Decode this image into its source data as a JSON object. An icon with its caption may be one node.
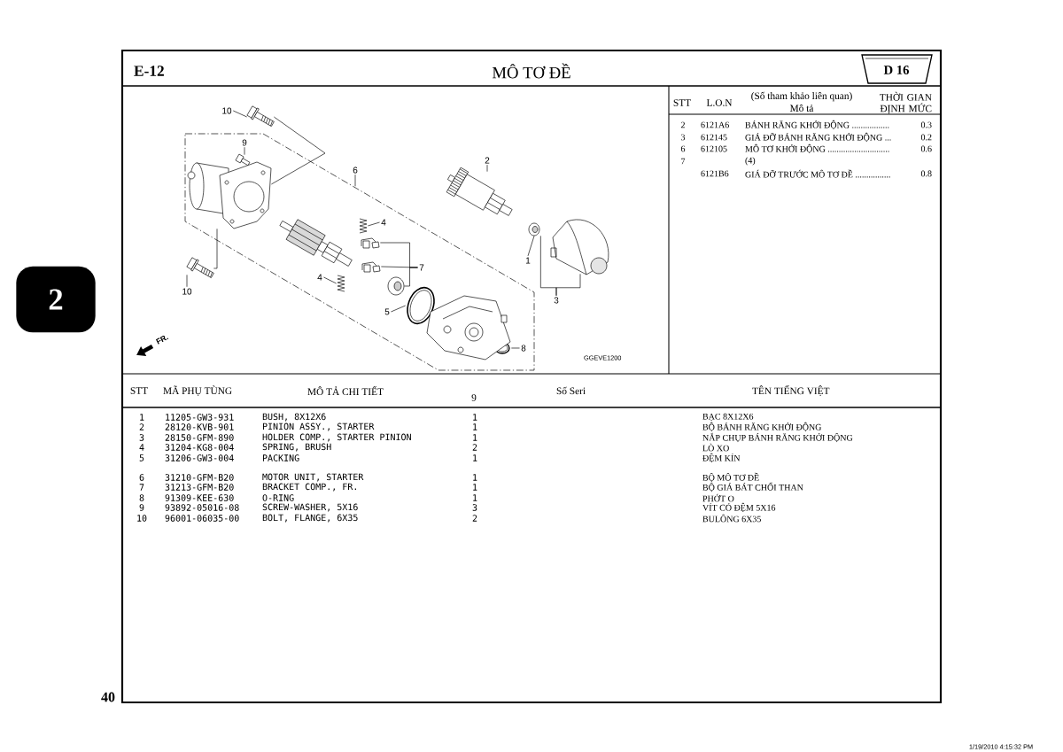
{
  "diagram": {
    "title": "MÔ TƠ ĐỀ",
    "nodes": [
      {
        "text": [
          "D 16"
        ]
      },
      {
        "text": [
          "2"
        ]
      },
      {
        "text": [],
        "shape": "picture"
      },
      {
        "text": [],
        "shape": "picture",
        "in": 4
      },
      {
        "text": [],
        "shape": "box"
      },
      {
        "text": [],
        "shape": "picture",
        "in": 4
      },
      {
        "text": [],
        "shape": "picture",
        "in": 4
      },
      {
        "text": [],
        "shape": "picture",
        "in": 4
      },
      {
        "text": [],
        "shape": "picture",
        "in": 4
      },
      {
        "text": [],
        "shape": "picture",
        "in": 4
      },
      {
        "text": [],
        "shape": "picture",
        "in": 4
      },
      {
        "text": [],
        "shape": "picture",
        "in": 4
      },
      {
        "text": [],
        "shape": "picture"
      },
      {
        "text": [],
        "shape": "picture"
      },
      {
        "text": [],
        "shape": "picture"
      },
      {
        "text": [],
        "shape": "picture"
      },
      {
        "text": [
          "10"
        ]
      },
      {
        "text": [
          "9"
        ],
        "in": 4
      },
      {
        "text": [
          "6"
        ]
      },
      {
        "text": [
          "4"
        ],
        "in": 4
      },
      {
        "text": [
          "4"
        ],
        "in": 4
      },
      {
        "text": [
          "7"
        ],
        "in": 4
      },
      {
        "text": [
          "5"
        ],
        "in": 4
      },
      {
        "text": [
          "8"
        ],
        "in": 4
      },
      {
        "text": [
          "2"
        ]
      },
      {
        "text": [
          "1"
        ]
      },
      {
        "text": [
          "3"
        ]
      },
      {
        "text": [
          "10"
        ]
      },
      {
        "text": [],
        "shape": "picture",
        "in": 4
      },
      {
        "text": [],
        "shape": "picture",
        "in": 4
      }
    ],
    "edges": [
      {
        "from": 16,
        "to": 2,
        "arrow": "none"
      },
      {
        "from": 17,
        "to": 3,
        "arrow": "none"
      },
      {
        "from": 18,
        "to": 4,
        "arrow": "none"
      },
      {
        "from": 19,
        "to": 5,
        "arrow": "none"
      },
      {
        "from": 20,
        "to": 8,
        "arrow": "none"
      },
      {
        "from": 21,
        "to": 6,
        "arrow": "none"
      },
      {
        "from": 21,
        "to": 7,
        "arrow": "none"
      },
      {
        "from": 21,
        "to": 9,
        "arrow": "none"
      },
      {
        "from": 22,
        "to": 10,
        "arrow": "none"
      },
      {
        "from": 23,
        "to": 11,
        "arrow": "none"
      },
      {
        "from": 24,
        "to": 13,
        "arrow": "none"
      },
      {
        "from": 25,
        "to": 14,
        "arrow": "none"
      },
      {
        "from": 26,
        "to": 14,
        "arrow": "none"
      },
      {
        "from": 26,
        "to": 15,
        "arrow": "none"
      },
      {
        "from": 27,
        "to": 12,
        "arrow": "none"
      },
      {
        "from": 2,
        "to": 28,
        "arrow": "none"
      },
      {
        "from": 12,
        "to": 28,
        "arrow": "none"
      }
    ],
    "labels": [
      "E-12",
      "STT",
      "L.O.N",
      "(Số tham khảo liên quan)",
      "Mô tả",
      "THỜI GIAN ĐỊNH MỨC",
      "2",
      "6121A6",
      "BÁNH RĂNG KHỞI ĐỘNG .................",
      "0.3",
      "3",
      "612145",
      "GIÁ ĐỠ BÁNH RĂNG KHỞI ĐỘNG ...",
      "0.2",
      "6",
      "612105",
      "MÔ TƠ KHỞI ĐỘNG ............................",
      "0.6",
      "7",
      "(4)",
      "6121B6",
      "GIÁ ĐỠ TRƯỚC MÔ TƠ ĐỀ ................",
      "0.8",
      "GGEVE1200",
      "FR.",
      "STT",
      "MÃ PHỤ TÙNG",
      "MÔ TẢ CHI TIẾT",
      "9",
      "Số Seri",
      "TÊN TIẾNG VIỆT",
      "1",
      "11205-GW3-931",
      "BUSH, 8X12X6",
      "1",
      "BẠC 8X12X6",
      "2",
      "28120-KVB-901",
      "PINION ASSY., STARTER",
      "1",
      "BỘ BÁNH RĂNG KHỞI ĐỘNG",
      "3",
      "28150-GFM-890",
      "HOLDER COMP., STARTER PINION",
      "1",
      "NẮP CHỤP BÁNH RĂNG KHỞI ĐỘNG",
      "4",
      "31204-KG8-004",
      "SPRING, BRUSH",
      "2",
      "LÒ XO",
      "5",
      "31206-GW3-004",
      "PACKING",
      "1",
      "ĐỆM KÍN",
      "6",
      "31210-GFM-B20",
      "MOTOR UNIT, STARTER",
      "1",
      "BỘ MÔ TƠ ĐỀ",
      "7",
      "31213-GFM-B20",
      "BRACKET COMP., FR.",
      "1",
      "BỘ GIÁ BÁT CHỔI THAN",
      "8",
      "91309-KEE-630",
      "O-RING",
      "1",
      "PHỚT O",
      "9",
      "93892-05016-08",
      "SCREW-WASHER, 5X16",
      "3",
      "VÍT CÓ ĐỆM 5X16",
      "10",
      "96001-06035-00",
      "BOLT, FLANGE, 6X35",
      "2",
      "BULÔNG 6X35",
      "40",
      "1/19/2010   4:15:32 PM"
    ]
  }
}
